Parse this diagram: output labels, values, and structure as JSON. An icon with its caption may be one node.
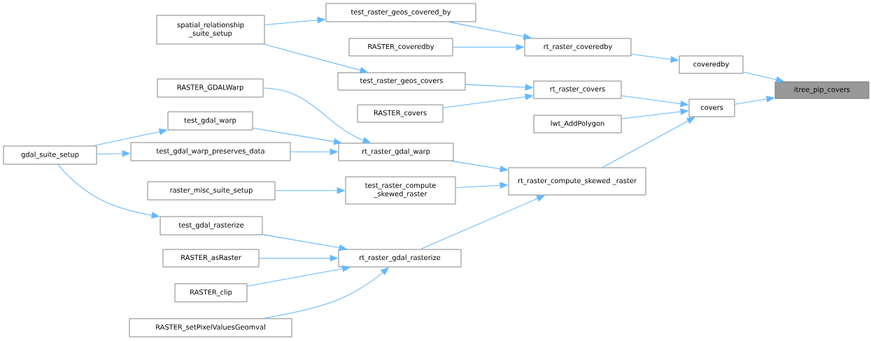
{
  "diagram": {
    "nodes": [
      {
        "text": [
          "itree_pip_covers"
        ]
      },
      {
        "text": [
          "coveredby"
        ]
      },
      {
        "text": [
          "covers"
        ]
      },
      {
        "text": [
          "rt_raster_coveredby"
        ]
      },
      {
        "text": [
          "rt_raster_covers"
        ]
      },
      {
        "text": [
          "lwt_AddPolygon"
        ]
      },
      {
        "text": [
          "rt_raster_compute_skewed _raster"
        ]
      },
      {
        "text": [
          "test_raster_geos_covered_by"
        ]
      },
      {
        "text": [
          "RASTER_coveredby"
        ]
      },
      {
        "text": [
          "test_raster_geos_covers"
        ]
      },
      {
        "text": [
          "RASTER_covers"
        ]
      },
      {
        "text": [
          "rt_raster_gdal_warp"
        ]
      },
      {
        "text": [
          "test_raster_compute _skewed_raster"
        ]
      },
      {
        "text": [
          "rt_raster_gdal_rasterize"
        ]
      },
      {
        "text": [
          "spatial_relationship _suite_setup"
        ]
      },
      {
        "text": [
          "RASTER_GDALWarp"
        ]
      },
      {
        "text": [
          "test_gdal_warp"
        ]
      },
      {
        "text": [
          "test_gdal_warp_preserves_data"
        ]
      },
      {
        "text": [
          "raster_misc_suite_setup"
        ]
      },
      {
        "text": [
          "test_gdal_rasterize"
        ]
      },
      {
        "text": [
          "RASTER_asRaster"
        ]
      },
      {
        "text": [
          "RASTER_clip"
        ]
      },
      {
        "text": [
          "RASTER_setPixelValuesGeomval"
        ]
      },
      {
        "text": [
          "gdal_suite_setup"
        ]
      }
    ],
    "edges": [
      {
        "from": 1,
        "to": 0,
        "arrow": "to"
      },
      {
        "from": 2,
        "to": 0,
        "arrow": "to"
      },
      {
        "from": 3,
        "to": 1,
        "arrow": "to"
      },
      {
        "from": 4,
        "to": 2,
        "arrow": "to"
      },
      {
        "from": 5,
        "to": 2,
        "arrow": "to"
      },
      {
        "from": 6,
        "to": 2,
        "arrow": "to"
      },
      {
        "from": 7,
        "to": 3,
        "arrow": "to"
      },
      {
        "from": 8,
        "to": 3,
        "arrow": "to"
      },
      {
        "from": 9,
        "to": 4,
        "arrow": "to"
      },
      {
        "from": 10,
        "to": 4,
        "arrow": "to"
      },
      {
        "from": 11,
        "to": 6,
        "arrow": "to"
      },
      {
        "from": 12,
        "to": 6,
        "arrow": "to"
      },
      {
        "from": 13,
        "to": 6,
        "arrow": "to"
      },
      {
        "from": 14,
        "to": 7,
        "arrow": "to"
      },
      {
        "from": 14,
        "to": 9,
        "arrow": "to"
      },
      {
        "from": 15,
        "to": 11,
        "arrow": "to"
      },
      {
        "from": 16,
        "to": 11,
        "arrow": "to"
      },
      {
        "from": 17,
        "to": 11,
        "arrow": "to"
      },
      {
        "from": 18,
        "to": 12,
        "arrow": "to"
      },
      {
        "from": 19,
        "to": 13,
        "arrow": "to"
      },
      {
        "from": 20,
        "to": 13,
        "arrow": "to"
      },
      {
        "from": 21,
        "to": 13,
        "arrow": "to"
      },
      {
        "from": 22,
        "to": 13,
        "arrow": "to"
      },
      {
        "from": 23,
        "to": 16,
        "arrow": "to"
      },
      {
        "from": 23,
        "to": 17,
        "arrow": "to"
      },
      {
        "from": 23,
        "to": 19,
        "arrow": "to"
      }
    ]
  }
}
